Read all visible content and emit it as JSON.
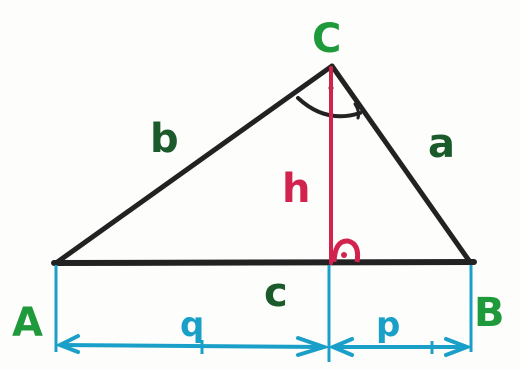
{
  "labels": {
    "vertex_a": "A",
    "vertex_b": "B",
    "vertex_c": "C",
    "side_a": "a",
    "side_b": "b",
    "side_c": "c",
    "height": "h",
    "segment_q": "q",
    "segment_p": "p"
  },
  "colors": {
    "vertex_label": "#1f9a3a",
    "side_label": "#1b5a2a",
    "triangle_line": "#222222",
    "height_line": "#d2234f",
    "projection_line": "#1aa0c8",
    "background": "#fdfdfb"
  }
}
